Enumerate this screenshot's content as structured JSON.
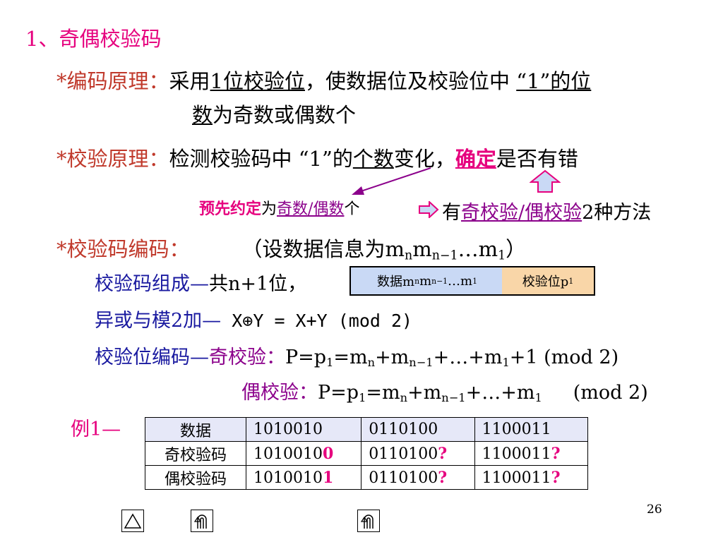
{
  "title": "1、奇偶校验码",
  "l1": {
    "label": "*编码原理：",
    "t1": "采用",
    "t2": "1位校验位",
    "t3": "，使数据位及校验位中 ",
    "t4": "“1”的位",
    "t5": "数",
    "t6": "为奇数或偶数个"
  },
  "l2": {
    "label": "*校验原理：",
    "t1": "检测校验码中 “1”的",
    "t2": "个数",
    "t3": "变化，",
    "t4": "确定",
    "t5": "是否有错"
  },
  "note": {
    "t1": "预先约定",
    "t2": "为",
    "t3": "奇数/偶数",
    "t4": "个",
    "t5": "有",
    "t6": "奇校验/偶校验",
    "t7": "2种方法"
  },
  "l3": {
    "label": "*校验码编码：",
    "t1": "（设数据信息为m",
    "s1": "n",
    "t2": "m",
    "s2": "n−1",
    "t3": "…m",
    "s3": "1",
    "t4": "）"
  },
  "l4": {
    "label": "校验码组成—",
    "t1": "共n+1位，",
    "box1": {
      "t1": "数据m",
      "s1": "n",
      "t2": "m",
      "s2": "n−1",
      "t3": "…m",
      "s3": "1"
    },
    "box2": {
      "t1": "校验位p",
      "s1": "1"
    }
  },
  "l5": {
    "label": "异或与模2加—",
    "formula": " X⊕Y = X+Y (mod 2)"
  },
  "l6": {
    "label1": "校验位编码—",
    "label2": "奇校验：",
    "t1": "P=p",
    "s1": "1",
    "t2": "=m",
    "s2": "n",
    "t3": "+m",
    "s3": "n−1",
    "t4": "+…+m",
    "s4": "1",
    "t5": "+1 (mod 2)"
  },
  "l7": {
    "label": "偶校验：",
    "t1": "P=p",
    "s1": "1",
    "t2": "=m",
    "s2": "n",
    "t3": "+m",
    "s3": "n−1",
    "t4": "+…+m",
    "s4": "1",
    "t5": "(mod 2)"
  },
  "example": {
    "label": "例1—",
    "header": [
      "数据",
      "1010010",
      "0110100",
      "1100011"
    ],
    "odd": {
      "label": "奇校验码",
      "c1a": "1010010",
      "c1b": "0",
      "c2a": "0110100",
      "c2b": "?",
      "c3a": "1100011",
      "c3b": "?"
    },
    "even": {
      "label": "偶校验码",
      "c1a": "1010010",
      "c1b": "1",
      "c2a": "0110100",
      "c2b": "?",
      "c3a": "1100011",
      "c3b": "?"
    }
  },
  "page_number": "26",
  "colors": {
    "accent_pink": "#e6007e",
    "heading_brown": "#c0392b",
    "blue": "#1a1aa0",
    "purple": "#8b008b",
    "box_blue": "#c9d9f5",
    "box_orange": "#f9d6a8",
    "arrow_fill": "#c9d9f5"
  }
}
